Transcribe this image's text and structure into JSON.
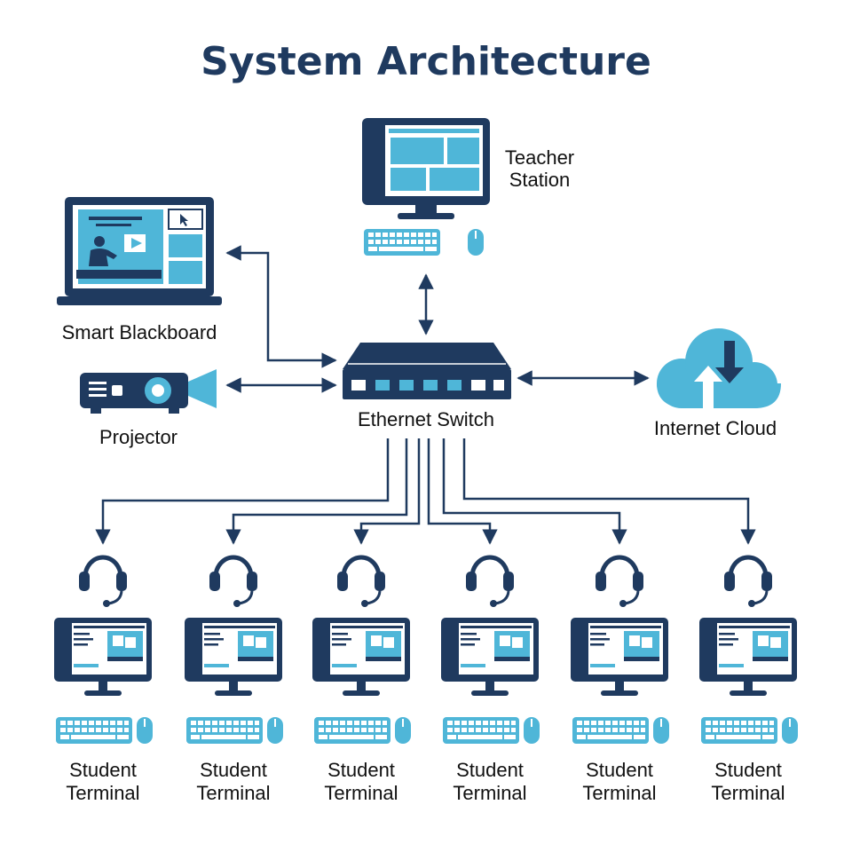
{
  "title": "System Architecture",
  "nodes": {
    "teacher_station": {
      "line1": "Teacher",
      "line2": "Station"
    },
    "smart_blackboard": "Smart Blackboard",
    "projector": "Projector",
    "ethernet_switch": "Ethernet Switch",
    "internet_cloud": "Internet Cloud"
  },
  "students": [
    {
      "line1": "Student",
      "line2": "Terminal"
    },
    {
      "line1": "Student",
      "line2": "Terminal"
    },
    {
      "line1": "Student",
      "line2": "Terminal"
    },
    {
      "line1": "Student",
      "line2": "Terminal"
    },
    {
      "line1": "Student",
      "line2": "Terminal"
    },
    {
      "line1": "Student",
      "line2": "Terminal"
    }
  ],
  "colors": {
    "dark": "#1f3a5f",
    "accent": "#4fb6d8"
  },
  "icons": [
    "monitor-icon",
    "keyboard-icon",
    "mouse-icon",
    "laptop-icon",
    "projector-icon",
    "switch-icon",
    "cloud-icon",
    "headset-icon"
  ]
}
